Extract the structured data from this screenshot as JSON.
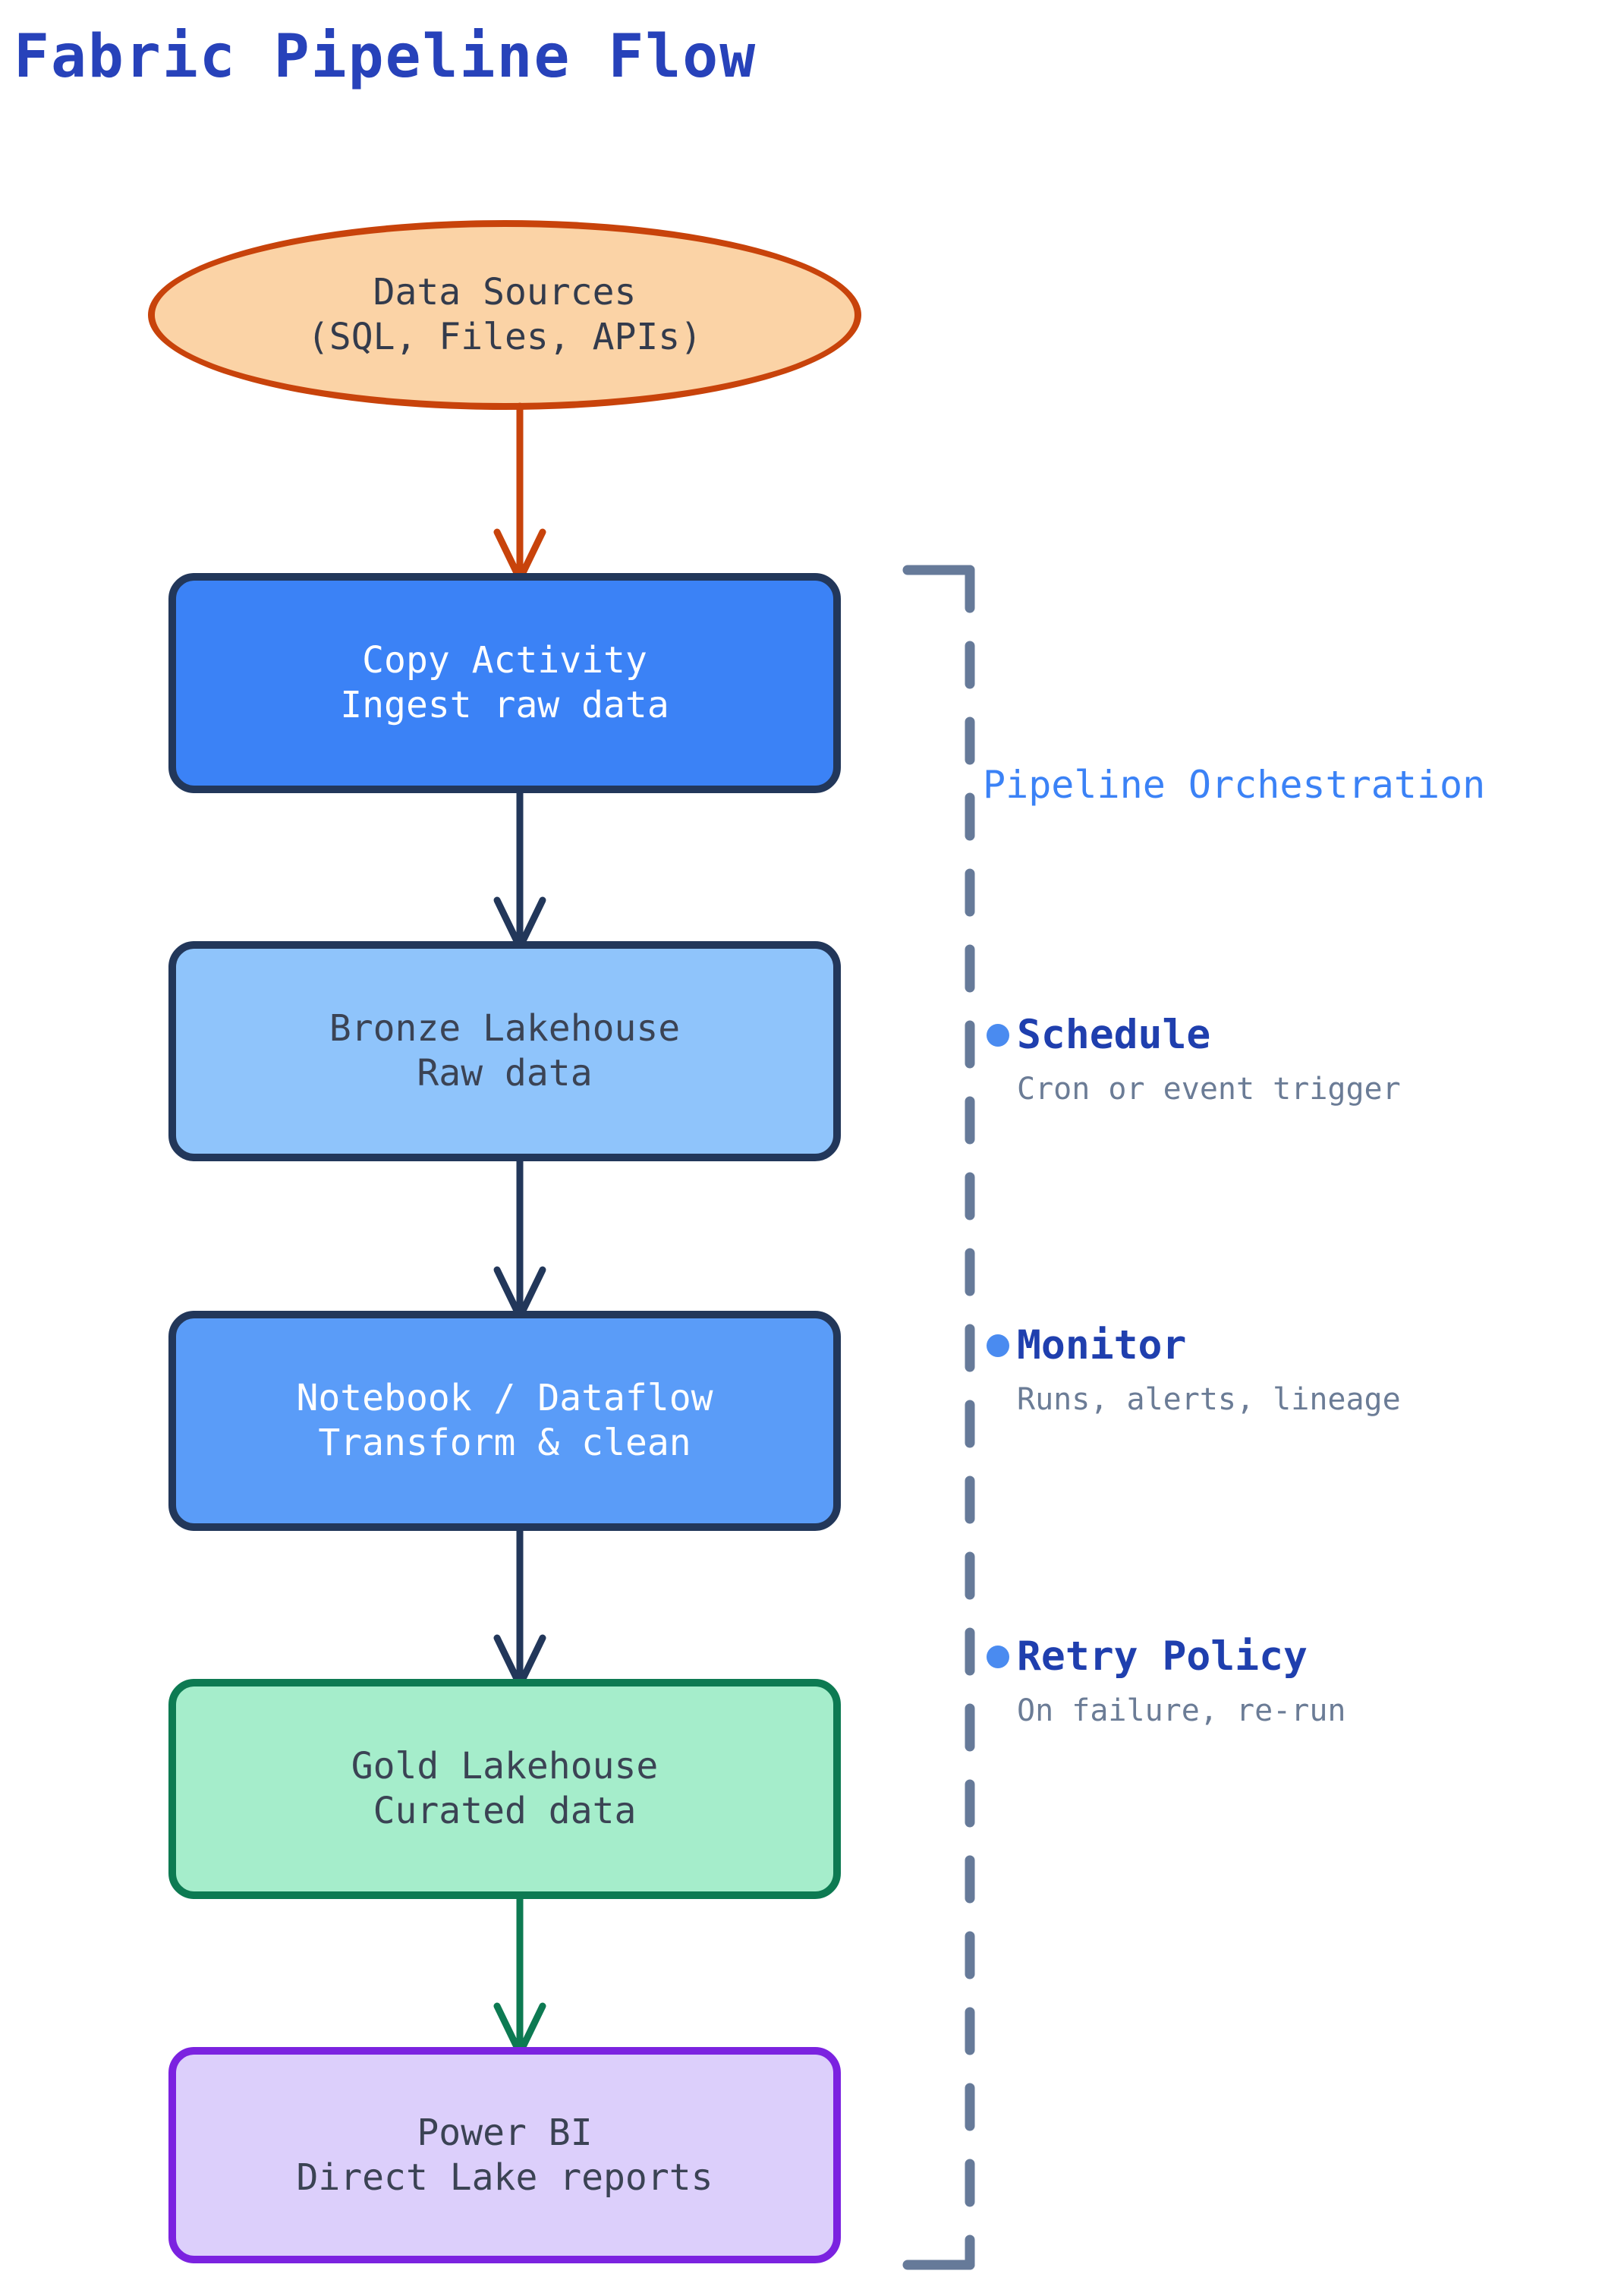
{
  "title": "Fabric Pipeline Flow",
  "theme": {
    "title_color": "#2742ba",
    "source_fill": "#fbd3a6",
    "source_stroke": "#c8430b",
    "copy_fill": "#3b82f6",
    "bronze_fill": "#8fc4fb",
    "notebook_fill": "#5a9cf8",
    "gold_fill": "#a5edcb",
    "gold_stroke": "#0d7a52",
    "powerbi_fill": "#dccffb",
    "powerbi_stroke": "#7b22e0",
    "node_stroke": "#22375a",
    "bracket_color": "#667a99",
    "accent_blue": "#3b82f6",
    "bullet_color": "#4a8bf0",
    "label_color": "#1f3fae",
    "desc_color": "#6b7c96"
  },
  "flow": {
    "nodes": [
      {
        "id": "data-sources",
        "shape": "ellipse",
        "line1": "Data Sources",
        "line2": "(SQL, Files, APIs)"
      },
      {
        "id": "copy-activity",
        "shape": "rounded-rect",
        "line1": "Copy Activity",
        "line2": "Ingest raw data"
      },
      {
        "id": "bronze-lakehouse",
        "shape": "rounded-rect",
        "line1": "Bronze Lakehouse",
        "line2": "Raw data"
      },
      {
        "id": "notebook-dataflow",
        "shape": "rounded-rect",
        "line1": "Notebook / Dataflow",
        "line2": "Transform & clean"
      },
      {
        "id": "gold-lakehouse",
        "shape": "rounded-rect",
        "line1": "Gold Lakehouse",
        "line2": "Curated data"
      },
      {
        "id": "power-bi",
        "shape": "rounded-rect",
        "line1": "Power BI",
        "line2": "Direct Lake reports"
      }
    ],
    "edges": [
      {
        "from": "data-sources",
        "to": "copy-activity",
        "color": "#c8430b"
      },
      {
        "from": "copy-activity",
        "to": "bronze-lakehouse",
        "color": "#22375a"
      },
      {
        "from": "bronze-lakehouse",
        "to": "notebook-dataflow",
        "color": "#22375a"
      },
      {
        "from": "notebook-dataflow",
        "to": "gold-lakehouse",
        "color": "#22375a"
      },
      {
        "from": "gold-lakehouse",
        "to": "power-bi",
        "color": "#0d7a52"
      }
    ]
  },
  "orchestration": {
    "title": "Pipeline Orchestration",
    "items": [
      {
        "label": "Schedule",
        "desc": "Cron or event trigger"
      },
      {
        "label": "Monitor",
        "desc": "Runs, alerts, lineage"
      },
      {
        "label": "Retry Policy",
        "desc": "On failure, re-run"
      }
    ]
  }
}
